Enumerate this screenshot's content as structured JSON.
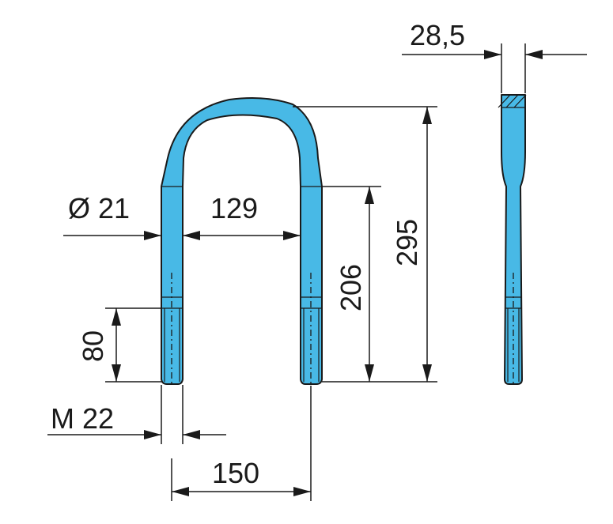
{
  "drawing": {
    "part_color": "#48b9e6",
    "line_color": "#1a1a1a",
    "dimensions": {
      "diameter": "Ø  21",
      "inner_width": "129",
      "thread_length": "80",
      "thread_size": "M  22",
      "center_distance": "150",
      "leg_length": "206",
      "overall_height": "295",
      "flat_thickness": "28,5"
    }
  }
}
